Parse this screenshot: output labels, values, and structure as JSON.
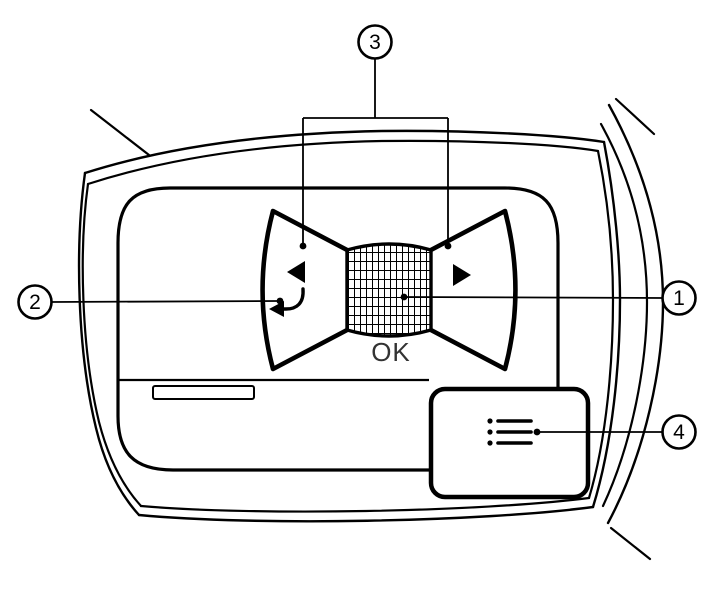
{
  "diagram": {
    "ok_label": "OK",
    "callouts": [
      {
        "label": "1",
        "target": "center-scroll-dial"
      },
      {
        "label": "2",
        "target": "back-button"
      },
      {
        "label": "3",
        "target": "left-right-arrow-buttons"
      },
      {
        "label": "4",
        "target": "menu-button"
      }
    ],
    "icons": {
      "left_arrow": "left-arrow-icon",
      "right_arrow": "right-arrow-icon",
      "back_return": "back-return-icon",
      "menu_list": "menu-list-icon",
      "scroll_dial": "knurled-scroll-dial"
    },
    "colors": {
      "line": "#000000",
      "ok_text": "#333333",
      "background": "#ffffff"
    }
  }
}
